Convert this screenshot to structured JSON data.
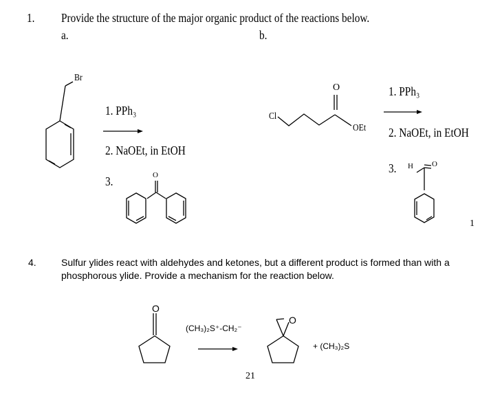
{
  "q1": {
    "number": "1.",
    "prompt": "Provide the structure of the major organic product of the reactions below.",
    "part_a": {
      "label": "a.",
      "substituent": "Br",
      "step1": "1. PPh₃",
      "step2": "2. NaOEt, in EtOH",
      "step3": "3.",
      "carbonyl_o": "O"
    },
    "part_b": {
      "label": "b.",
      "cl": "Cl",
      "oet": "OEt",
      "carbonyl_o": "O",
      "step1": "1. PPh₃",
      "step2": "2. NaOEt, in EtOH",
      "step3": "3.",
      "aldehyde_h": "H",
      "aldehyde_o": "O"
    },
    "page_mark": "1"
  },
  "q4": {
    "number": "4.",
    "prompt_line1": "Sulfur ylides react with aldehydes and ketones, but a different product is formed than with a",
    "prompt_line2": "phosphorous ylide.  Provide a mechanism for the reaction below.",
    "ketone_o": "O",
    "reagent": "(CH₃)₂S⁺-CH₂⁻",
    "epoxide_o": "O",
    "byproduct": "+ (CH₃)₂S"
  },
  "page_number": "21"
}
